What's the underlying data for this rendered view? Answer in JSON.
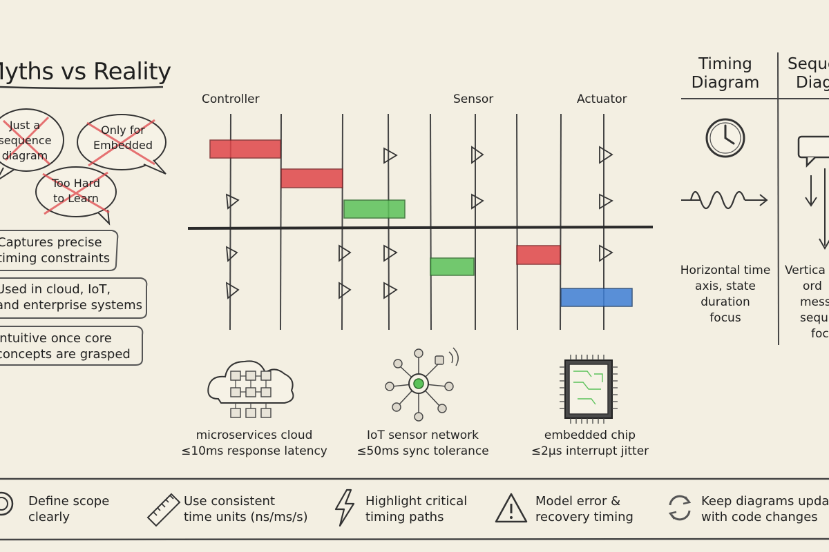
{
  "myths": {
    "title": "Myths vs Reality",
    "bubbles": [
      {
        "line1": "Just a",
        "line2": "sequence",
        "line3": "diagram"
      },
      {
        "line1": "Only for",
        "line2": "Embedded"
      },
      {
        "line1": "Too Hard",
        "line2": "to Learn"
      }
    ],
    "realities": [
      {
        "line1": "Captures precise",
        "line2": "timing constraints"
      },
      {
        "line1": "Used in cloud, IoT,",
        "line2": "and enterprise systems"
      },
      {
        "line1": "Intuitive once core",
        "line2": "concepts are grasped"
      }
    ]
  },
  "timing_chart": {
    "lanes": [
      "Controller",
      "Sensor",
      "Actuator"
    ],
    "colors": {
      "red": "#e0464a",
      "green": "#5cc25a",
      "blue": "#3f7fd6"
    }
  },
  "examples": [
    {
      "icon": "cloud-icon",
      "line1": "microservices cloud",
      "line2": "≤10ms response latency"
    },
    {
      "icon": "sensor-network-icon",
      "line1": "IoT sensor network",
      "line2": "≤50ms sync tolerance"
    },
    {
      "icon": "chip-icon",
      "line1": "embedded chip",
      "line2": "≤2μs interrupt jitter"
    }
  ],
  "comparison": {
    "timing": {
      "head1": "Timing",
      "head2": "Diagram",
      "desc": [
        "Horizontal time",
        "axis, state",
        "duration",
        "focus"
      ]
    },
    "sequence": {
      "head1": "Seque",
      "head2": "Diag",
      "desc": [
        "Vertica",
        "ord",
        "mess",
        "sequ",
        "foc"
      ]
    }
  },
  "tips": [
    {
      "icon": "target-icon",
      "line1": "Define scope",
      "line2": "clearly"
    },
    {
      "icon": "ruler-icon",
      "line1": "Use consistent",
      "line2": "time units (ns/ms/s)"
    },
    {
      "icon": "lightning-icon",
      "line1": "Highlight critical",
      "line2": "timing paths"
    },
    {
      "icon": "warning-icon",
      "line1": "Model error &",
      "line2": "recovery timing"
    },
    {
      "icon": "sync-icon",
      "line1": "Keep diagrams update",
      "line2": "with code changes"
    }
  ]
}
